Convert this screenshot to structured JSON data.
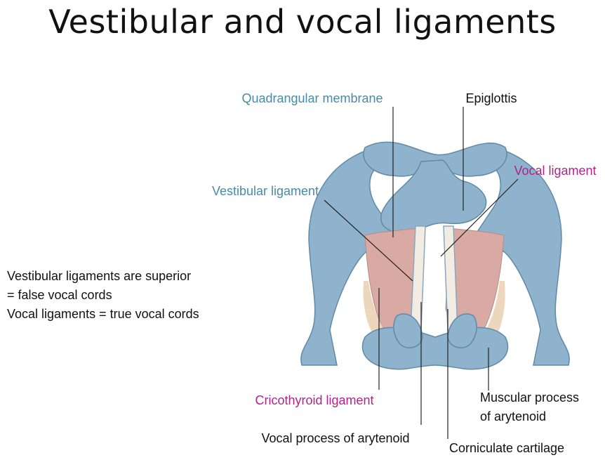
{
  "title": "Vestibular and vocal ligaments",
  "colors": {
    "cartilage": "#8fb3cc",
    "cartilage_dark": "#5f8aa8",
    "membrane": "#d9a9a3",
    "tissue": "#ecd7bd",
    "label_blue": "#4a8aa6",
    "label_magenta": "#b0238a",
    "label_black": "#111111"
  },
  "notes": [
    "Vestibular ligaments are superior",
    "= false vocal cords",
    "Vocal ligaments = true vocal cords"
  ],
  "labels": {
    "quadrangular_membrane": "Quadrangular membrane",
    "epiglottis": "Epiglottis",
    "vocal_ligament": "Vocal ligament",
    "vestibular_ligament": "Vestibular ligament",
    "cricothyroid_ligament": "Cricothyroid ligament",
    "muscular_process_line1": "Muscular process",
    "muscular_process_line2": "of arytenoid",
    "vocal_process": "Vocal process of arytenoid",
    "corniculate_cartilage": "Corniculate cartilage"
  }
}
